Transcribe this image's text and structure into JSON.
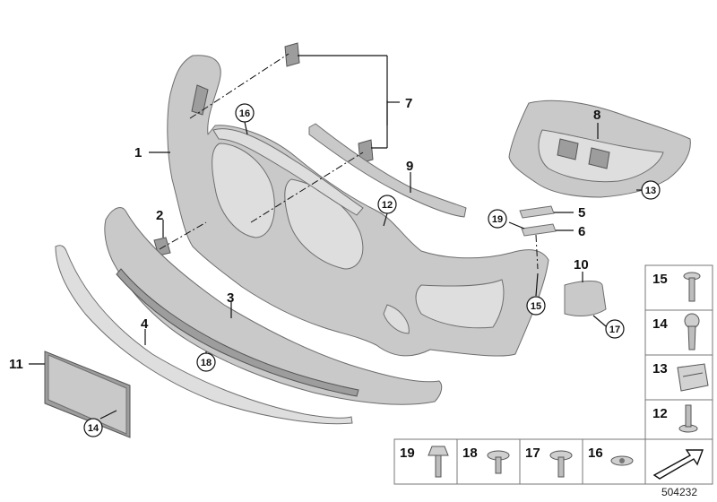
{
  "labels": {
    "l1": "1",
    "l2": "2",
    "l3": "3",
    "l4": "4",
    "l5": "5",
    "l6": "6",
    "l7": "7",
    "l8": "8",
    "l9": "9",
    "l10": "10",
    "l11": "11"
  },
  "callouts": {
    "c16": "16",
    "c12": "12",
    "c13": "13",
    "c19": "19",
    "c15": "15",
    "c17": "17",
    "c18": "18",
    "c14": "14"
  },
  "fastener_boxes": {
    "b15": "15",
    "b14": "14",
    "b13": "13",
    "b12": "12",
    "b19": "19",
    "b18": "18",
    "b17": "17",
    "b16": "16"
  },
  "reference_number": "504232",
  "colors": {
    "part_fill": "#c9c9c9",
    "outline": "#6e6e6e",
    "line": "#111111"
  }
}
